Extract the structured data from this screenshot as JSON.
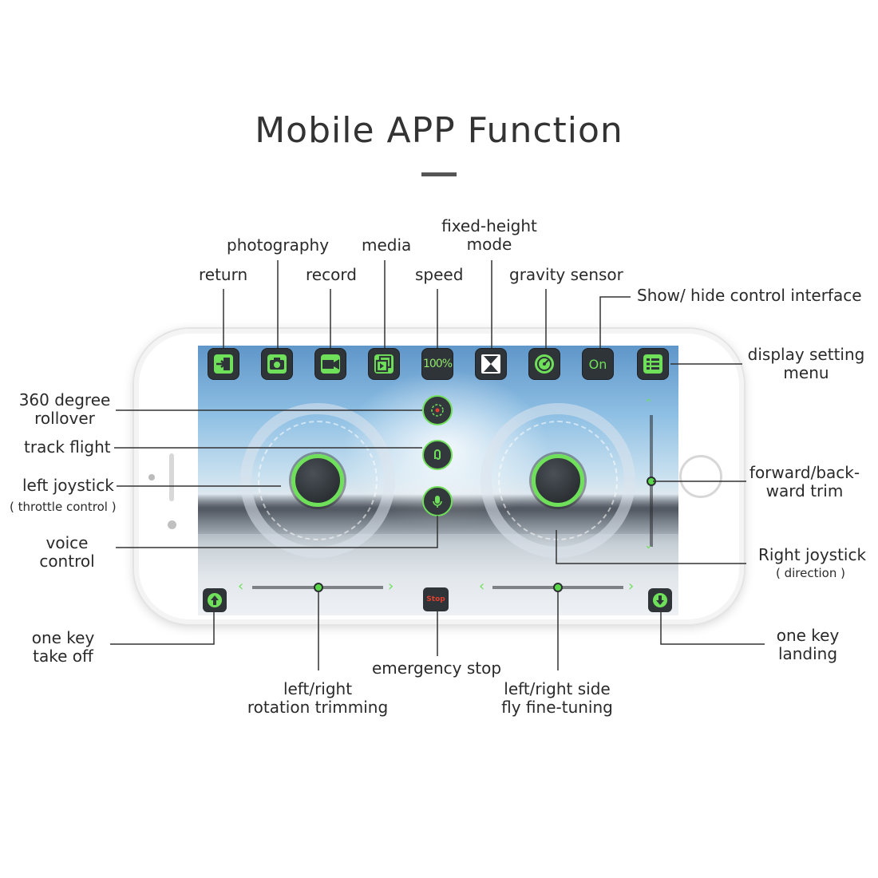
{
  "title": "Mobile APP Function",
  "screen": {
    "speed_value": "100%",
    "stop_label": "Stop"
  },
  "icons": {
    "return": "return-icon",
    "photography": "camera-icon",
    "record": "video-icon",
    "media": "media-icon",
    "fixed_height": "hourglass-icon",
    "gravity_sensor": "gravity-icon",
    "show_hide": "on-toggle-icon",
    "settings_menu": "menu-list-icon",
    "rollover": "rollover-icon",
    "track": "track-icon",
    "voice": "microphone-icon",
    "takeoff": "arrow-up-icon",
    "landing": "arrow-down-icon"
  },
  "toggle_text": "On",
  "labels": {
    "return": "return",
    "photography": "photography",
    "record": "record",
    "media": "media",
    "speed": "speed",
    "fixed_height_1": "fixed-height",
    "fixed_height_2": "mode",
    "gravity_sensor": "gravity sensor",
    "show_hide": "Show/ hide control interface",
    "display_menu_1": "display setting",
    "display_menu_2": "menu",
    "rollover_1": "360 degree",
    "rollover_2": "rollover",
    "track_flight": "track flight",
    "left_joystick": "left joystick",
    "left_joystick_sub": "( throttle control )",
    "voice_1": "voice",
    "voice_2": "control",
    "forward_trim_1": "forward/back-",
    "forward_trim_2": "ward trim",
    "right_joystick": "Right joystick",
    "right_joystick_sub": "( direction )",
    "takeoff_1": "one key",
    "takeoff_2": "take off",
    "landing_1": "one key",
    "landing_2": "landing",
    "emergency_stop": "emergency stop",
    "rotation_trim_1": "left/right",
    "rotation_trim_2": "rotation trimming",
    "side_fly_1": "left/right side",
    "side_fly_2": "fly fine-tuning"
  },
  "colors": {
    "accent_green": "#6fe05a",
    "button_dark": "#2f3438",
    "stop_red": "#e04030"
  }
}
